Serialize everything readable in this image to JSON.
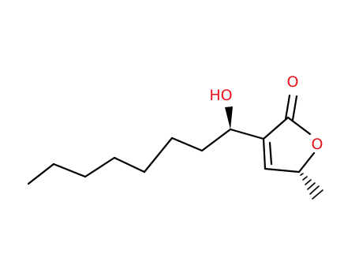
{
  "colors": {
    "background": "#ffffff",
    "bond": "#000000",
    "oxygen": "#e8141c"
  },
  "atom_labels": {
    "hydroxyl": "HO",
    "carbonyl_oxygen": "O",
    "ring_oxygen": "O"
  }
}
